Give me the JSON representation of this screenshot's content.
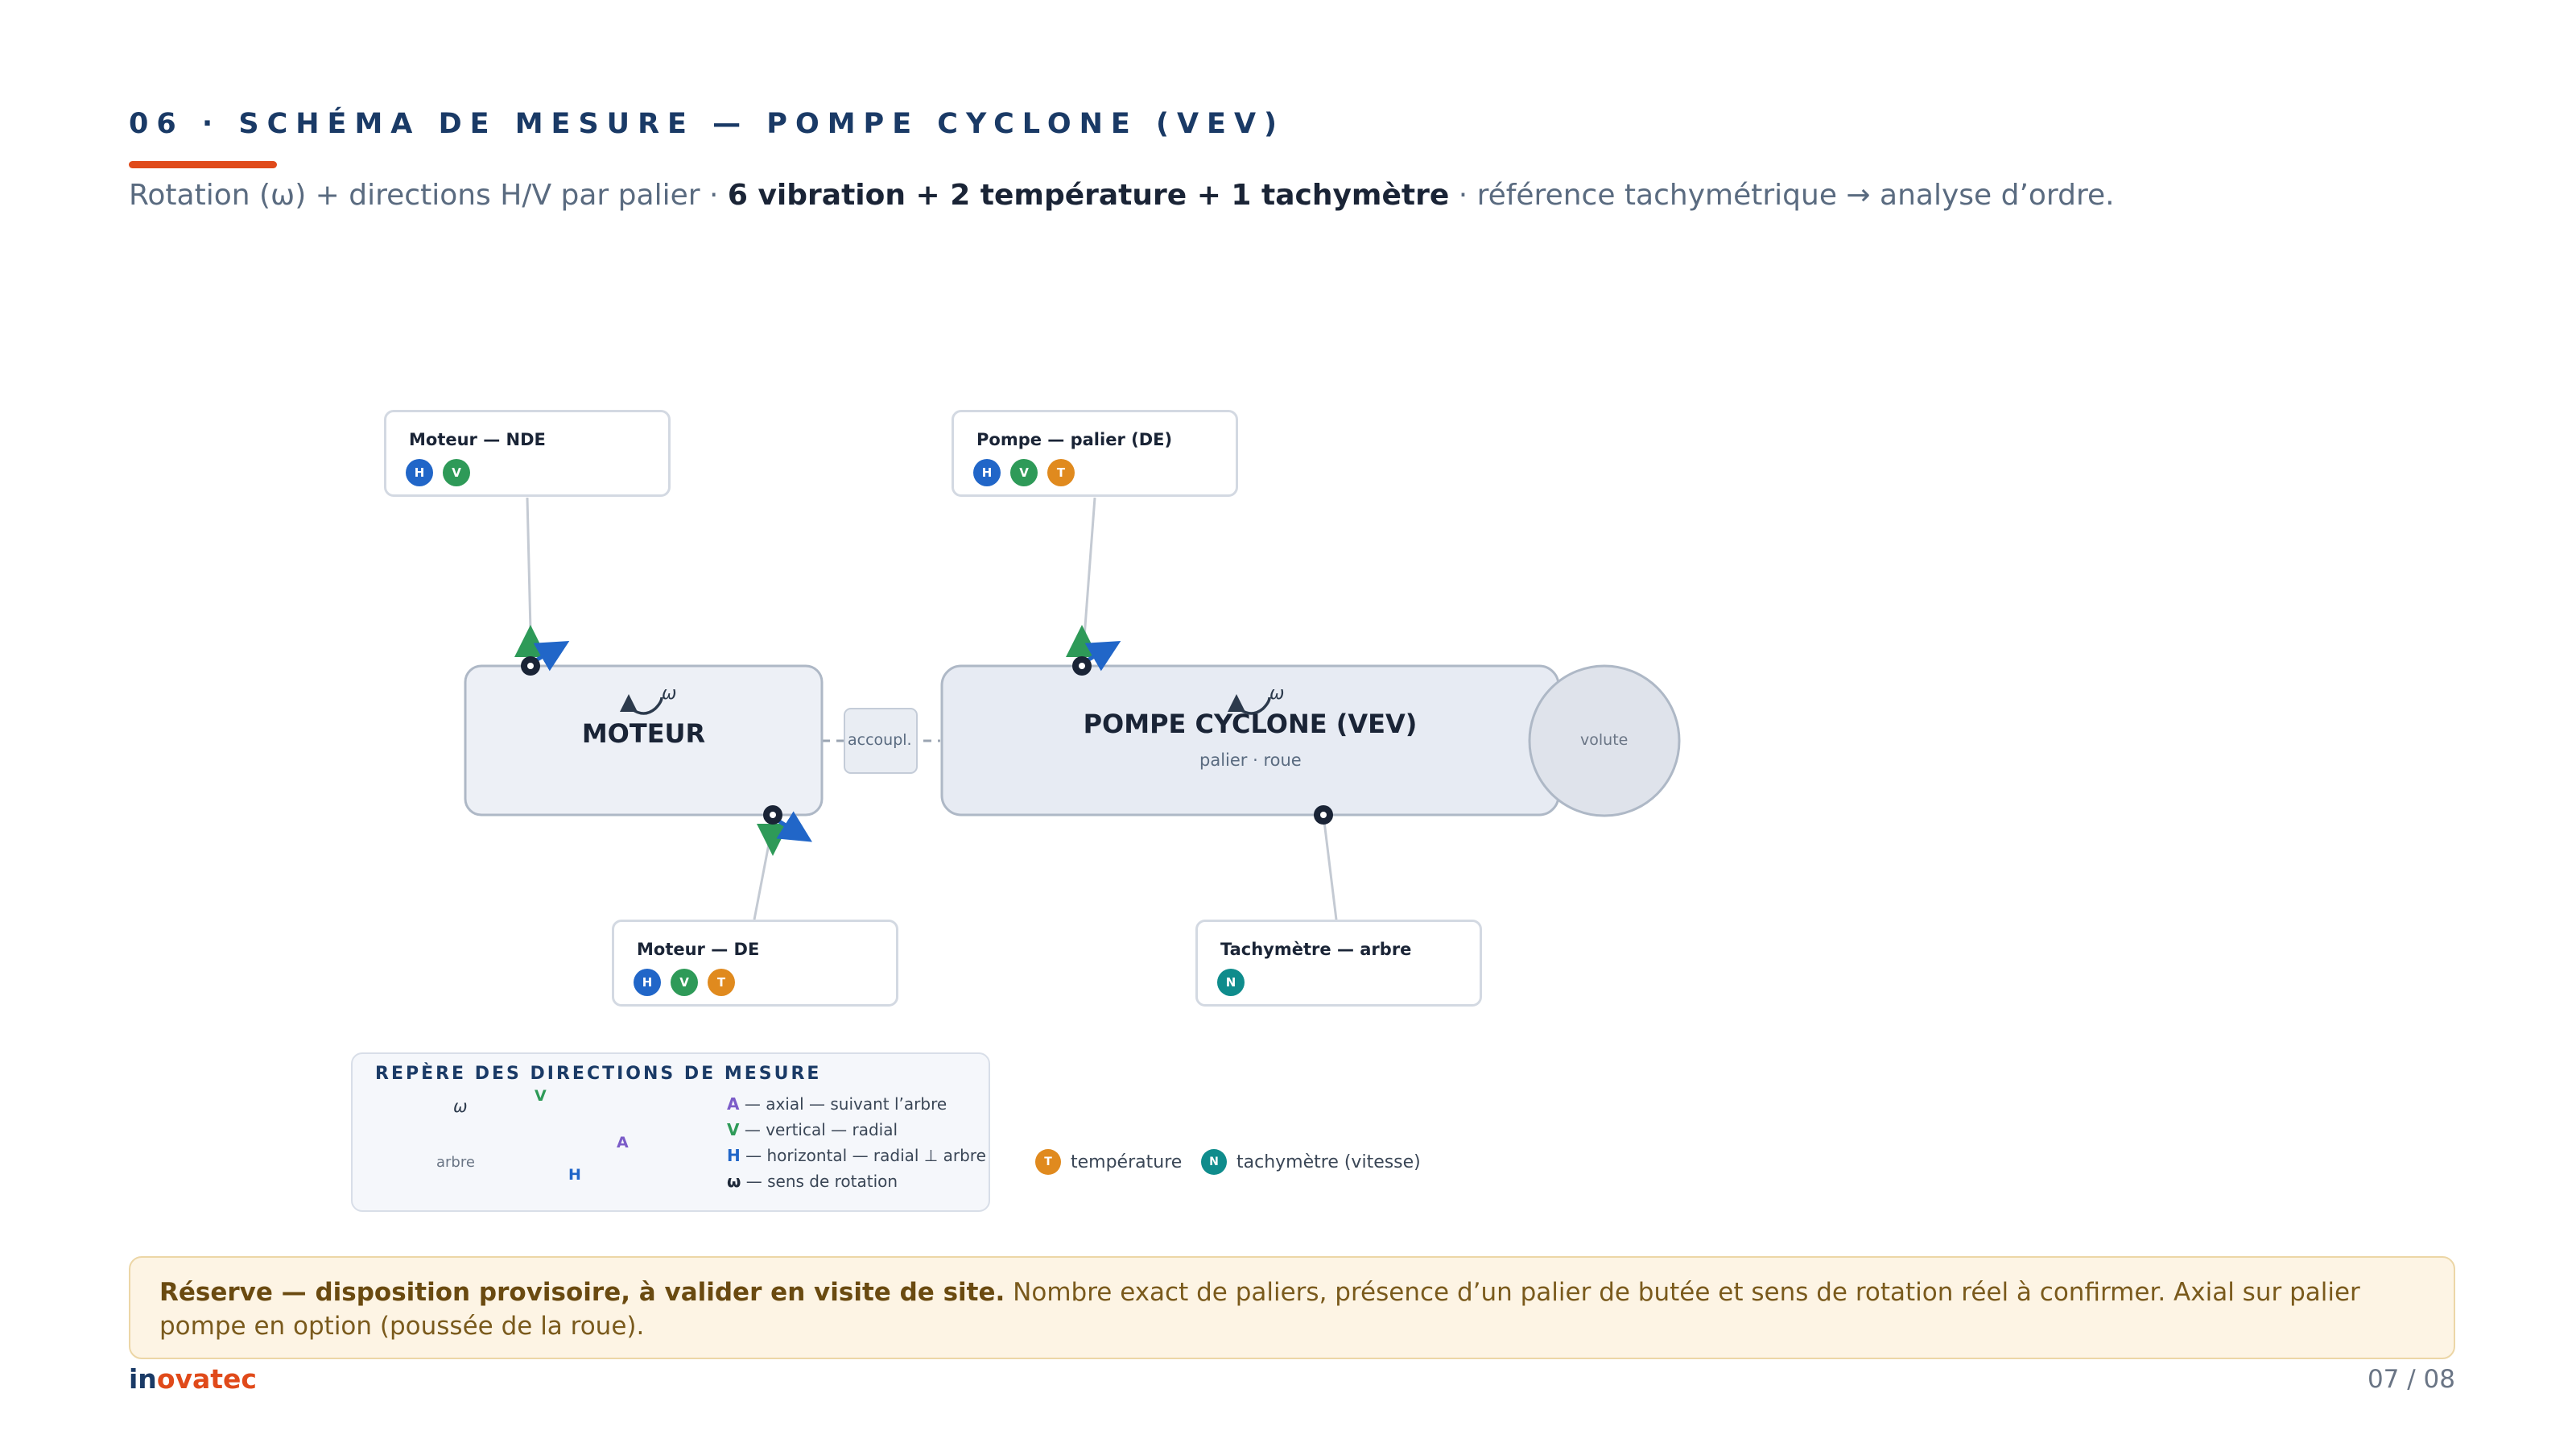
{
  "header": {
    "title": "06 · SCHÉMA DE MESURE — POMPE CYCLONE (VEV)",
    "subtitle_pre": "Rotation (ω) + directions H/V par palier · ",
    "subtitle_bold": "6 vibration + 2 température + 1 tachymètre",
    "subtitle_post": " · référence tachymétrique → analyse d’ordre."
  },
  "machines": {
    "motor_label": "MOTEUR",
    "pump_label": "POMPE CYCLONE (VEV)",
    "pump_sub": "palier · roue",
    "coupling_label": "accoupl.",
    "volute_label": "volute",
    "omega": "ω"
  },
  "callouts": {
    "motor_nde": {
      "title": "Moteur — NDE",
      "badges": [
        "H",
        "V"
      ]
    },
    "pump_de": {
      "title": "Pompe — palier (DE)",
      "badges": [
        "H",
        "V",
        "T"
      ]
    },
    "motor_de": {
      "title": "Moteur — DE",
      "badges": [
        "H",
        "V",
        "T"
      ]
    },
    "tacho": {
      "title": "Tachymètre — arbre",
      "badges": [
        "N"
      ]
    }
  },
  "legend": {
    "title": "REPÈRE DES DIRECTIONS DE MESURE",
    "shaft_label": "arbre",
    "omega": "ω",
    "axis_v": "V",
    "axis_h": "H",
    "axis_a": "A",
    "items": [
      {
        "key": "A",
        "text": " — axial — suivant l’arbre",
        "color": "#7b5cc8"
      },
      {
        "key": "V",
        "text": " — vertical — radial",
        "color": "#2e9a58"
      },
      {
        "key": "H",
        "text": " — horizontal — radial ⊥ arbre",
        "color": "#2166c8"
      },
      {
        "key": "ω",
        "text": " — sens de rotation",
        "color": "#1f2a3a"
      }
    ],
    "keys": [
      {
        "badge": "T",
        "label": "température"
      },
      {
        "badge": "N",
        "label": "tachymètre (vitesse)"
      }
    ]
  },
  "colors": {
    "H": "#2166c8",
    "V": "#2e9a58",
    "T": "#e08a1e",
    "N": "#0f8c8c",
    "A": "#7b5cc8",
    "accent": "#e04a1a",
    "brand_dark": "#1a3a66"
  },
  "reserve": {
    "bold": "Réserve — disposition provisoire, à valider en visite de site.",
    "text": " Nombre exact de paliers, présence d’un palier de butée et sens de rotation réel à confirmer. Axial sur palier pompe en option (poussée de la roue)."
  },
  "footer": {
    "logo_in": "in",
    "logo_rest": "ovatec",
    "page": "07 / 08"
  }
}
